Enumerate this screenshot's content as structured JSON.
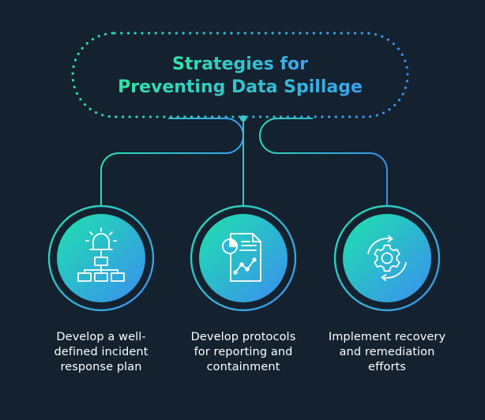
{
  "title": {
    "line1": "Strategies for",
    "line2": "Preventing Data Spillage"
  },
  "strategies": [
    {
      "icon": "incident-response-plan-icon",
      "lines": [
        "Develop a well-",
        "defined incident",
        "response plan"
      ]
    },
    {
      "icon": "reporting-protocol-document-icon",
      "lines": [
        "Develop protocols",
        "for reporting and",
        "containment"
      ]
    },
    {
      "icon": "recovery-gear-cycle-icon",
      "lines": [
        "Implement recovery",
        "and remediation",
        "efforts"
      ]
    }
  ],
  "colors": {
    "background": "#14212f",
    "accent_teal": "#27e0b0",
    "accent_blue": "#3b8ff0",
    "text": "#ffffff"
  }
}
